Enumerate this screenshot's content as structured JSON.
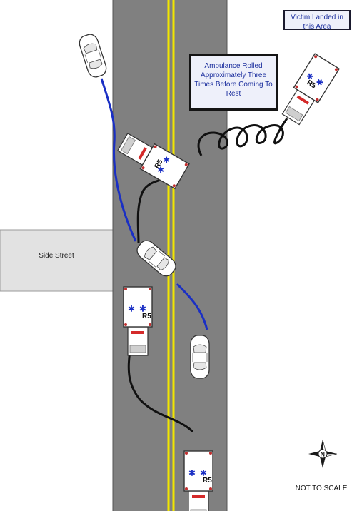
{
  "labels": {
    "victim": "Victim Landed in this Area",
    "rolled": "Ambulance Rolled Approximately Three Times Before Coming To Rest",
    "side_street": "Side Street",
    "not_to_scale": "NOT TO SCALE",
    "ambulance_unit": "R5",
    "compass_letter": "N"
  },
  "colors": {
    "road": "#808080",
    "center_line": "#f2e600",
    "side_street": "#e2e2e2",
    "black_path": "#111111",
    "blue_path": "#1a2fc4",
    "star_of_life": "#1a2fc4",
    "light_bar": "#d42a2a",
    "label_text": "#1c2f9e"
  }
}
